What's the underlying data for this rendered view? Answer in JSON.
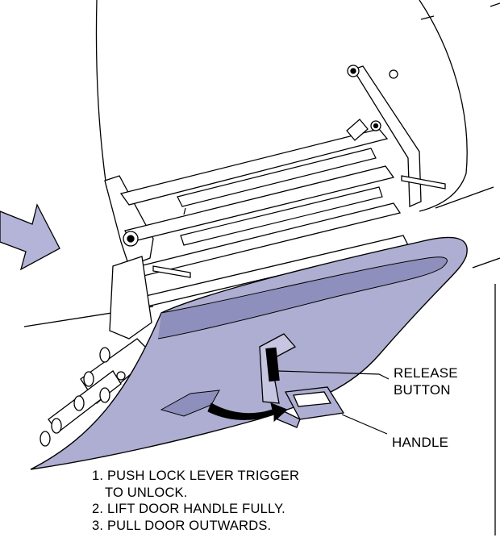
{
  "callouts": {
    "release_button": [
      "RELEASE",
      "BUTTON"
    ],
    "handle": "HANDLE"
  },
  "instructions": [
    {
      "number": "1.",
      "lines": [
        "PUSH LOCK LEVER TRIGGER",
        "TO UNLOCK."
      ]
    },
    {
      "number": "2.",
      "lines": [
        "LIFT DOOR HANDLE FULLY."
      ]
    },
    {
      "number": "3.",
      "lines": [
        "PULL DOOR OUTWARDS."
      ]
    }
  ],
  "colors": {
    "door_fill": "#aeaed2",
    "door_shade": "#8f8fbd",
    "arrow_fill": "#b4b4d8",
    "line": "#000000",
    "background": "#ffffff"
  },
  "icons": {
    "direction_arrow": "arrow-right-icon",
    "pull_arrow": "curved-arrow-icon"
  }
}
